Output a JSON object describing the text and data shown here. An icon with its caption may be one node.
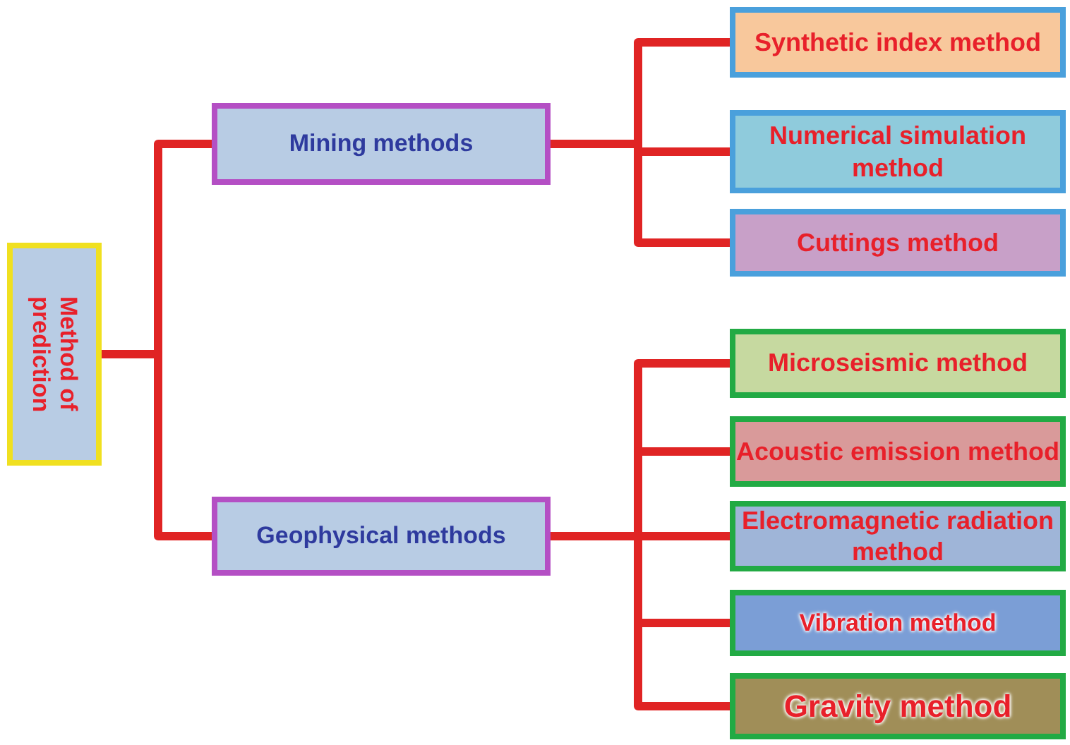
{
  "diagram": {
    "nodes": [
      {
        "text": [
          "Method of prediction"
        ]
      },
      {
        "text": [
          "Mining methods"
        ]
      },
      {
        "text": [
          "Synthetic index method"
        ]
      },
      {
        "text": [
          "Numerical simulation method"
        ]
      },
      {
        "text": [
          "Cuttings method"
        ]
      },
      {
        "text": [
          "Geophysical methods"
        ]
      },
      {
        "text": [
          "Microseismic method"
        ]
      },
      {
        "text": [
          "Acoustic emission method"
        ]
      },
      {
        "text": [
          "Electromagnetic radiation method"
        ]
      },
      {
        "text": [
          "Vibration method"
        ]
      },
      {
        "text": [
          "Gravity method"
        ]
      }
    ],
    "edges": [
      {
        "from": 0,
        "to": 1,
        "arrow": "none"
      },
      {
        "from": 0,
        "to": 5,
        "arrow": "none"
      },
      {
        "from": 1,
        "to": 2,
        "arrow": "none"
      },
      {
        "from": 1,
        "to": 3,
        "arrow": "none"
      },
      {
        "from": 1,
        "to": 4,
        "arrow": "none"
      },
      {
        "from": 5,
        "to": 6,
        "arrow": "none"
      },
      {
        "from": 5,
        "to": 7,
        "arrow": "none"
      },
      {
        "from": 5,
        "to": 8,
        "arrow": "none"
      },
      {
        "from": 5,
        "to": 9,
        "arrow": "none"
      },
      {
        "from": 5,
        "to": 10,
        "arrow": "none"
      }
    ]
  }
}
